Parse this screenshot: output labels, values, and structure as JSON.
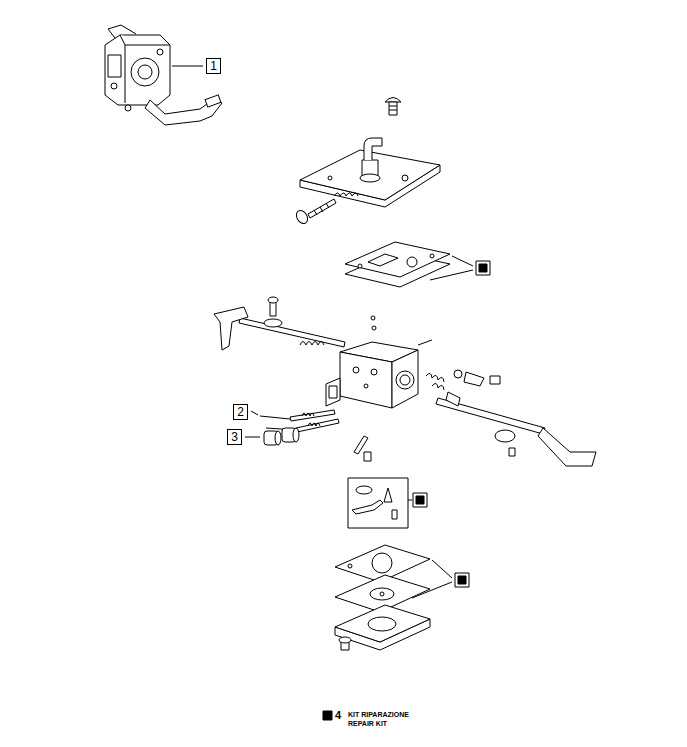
{
  "diagram": {
    "nodes": [
      {
        "text": [
          "1"
        ]
      },
      {
        "text": [
          "2"
        ]
      },
      {
        "text": [
          "3"
        ]
      }
    ],
    "edges": [],
    "labels": [
      "4",
      "KIT RIPARAZIONE",
      "REPAIR KIT"
    ]
  }
}
